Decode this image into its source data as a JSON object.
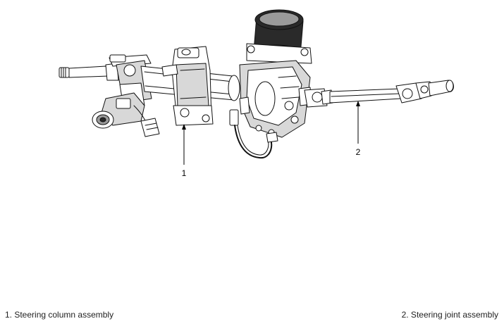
{
  "callouts": {
    "c1": "1",
    "c2": "2"
  },
  "captions": {
    "steering_column": "1. Steering column assembly",
    "steering_joint": "2. Steering joint assembly"
  }
}
